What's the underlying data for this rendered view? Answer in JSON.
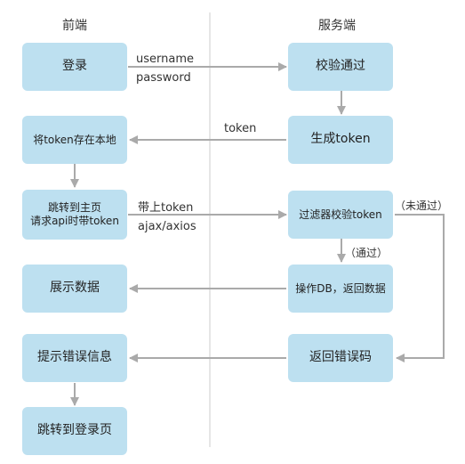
{
  "headers": {
    "frontend": "前端",
    "server": "服务端"
  },
  "frontend_boxes": [
    {
      "text": "登录"
    },
    {
      "text": "将token存在本地"
    },
    {
      "line1": "跳转到主页",
      "line2": "请求api时带token"
    },
    {
      "text": "展示数据"
    },
    {
      "text": "提示错误信息"
    },
    {
      "text": "跳转到登录页"
    }
  ],
  "server_boxes": [
    {
      "text": "校验通过"
    },
    {
      "text": "生成token"
    },
    {
      "text": "过滤器校验token"
    },
    {
      "text": "操作DB，返回数据"
    },
    {
      "text": "返回错误码"
    }
  ],
  "labels": {
    "username": "username",
    "password": "password",
    "token": "token",
    "with_token": "带上token",
    "ajax": "ajax/axios",
    "not_passed": "（未通过）",
    "passed": "（通过）"
  },
  "colors": {
    "box_fill": "#bde0f0",
    "arrow": "#aaaaaa",
    "divider": "#cccccc"
  }
}
